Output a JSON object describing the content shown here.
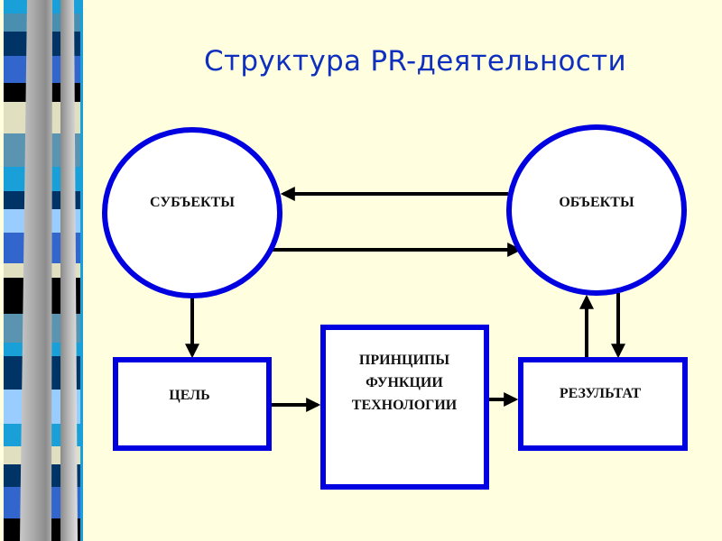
{
  "slide": {
    "title": "Структура PR-деятельности"
  },
  "nodes": {
    "subjects": {
      "label": "СУБЪЕКТЫ"
    },
    "objects": {
      "label": "ОБЪЕКТЫ"
    },
    "goal": {
      "label": "ЦЕЛЬ"
    },
    "means": {
      "lines": [
        "ПРИНЦИПЫ",
        "ФУНКЦИИ",
        "ТЕХНОЛОГИИ"
      ]
    },
    "result": {
      "label": "РЕЗУЛЬТАТ"
    }
  },
  "edges": [
    {
      "from": "objects",
      "to": "subjects"
    },
    {
      "from": "subjects",
      "to": "objects"
    },
    {
      "from": "subjects",
      "to": "goal"
    },
    {
      "from": "goal",
      "to": "means"
    },
    {
      "from": "means",
      "to": "result"
    },
    {
      "from": "result",
      "to": "objects"
    },
    {
      "from": "objects",
      "to": "result"
    }
  ],
  "colors": {
    "background": "#ffffdf",
    "title": "#0f2fbf",
    "node_border": "#0000e0",
    "node_fill": "#ffffff",
    "arrow": "#000000"
  }
}
